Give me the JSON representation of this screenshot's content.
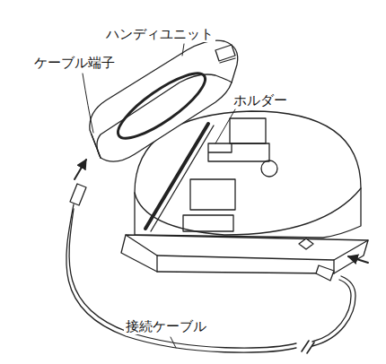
{
  "diagram": {
    "labels": [
      "ハンディユニット",
      "ケーブル端子",
      "ホルダー",
      "接続ケーブル"
    ]
  }
}
